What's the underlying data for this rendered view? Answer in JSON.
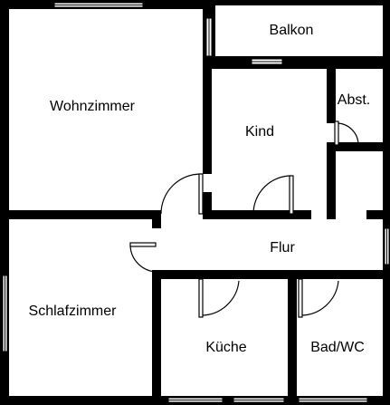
{
  "rooms": {
    "wohnzimmer": "Wohnzimmer",
    "balkon": "Balkon",
    "kind": "Kind",
    "abst": "Abst.",
    "flur": "Flur",
    "schlafzimmer": "Schlafzimmer",
    "kueche": "Küche",
    "bad_wc": "Bad/WC"
  },
  "colors": {
    "wall": "#000000",
    "background": "#ffffff"
  }
}
